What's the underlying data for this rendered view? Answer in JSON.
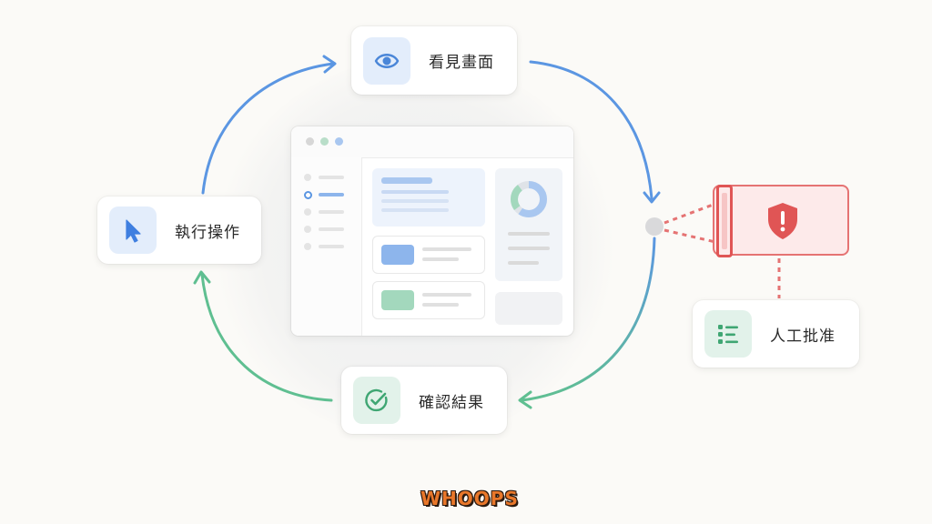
{
  "nodes": {
    "see": {
      "label": "看見畫面",
      "icon": "eye-icon"
    },
    "act": {
      "label": "執行操作",
      "icon": "cursor-arrow-icon"
    },
    "verify": {
      "label": "確認結果",
      "icon": "check-circle-icon"
    },
    "approve": {
      "label": "人工批准",
      "icon": "checklist-icon"
    }
  },
  "guard": {
    "icon": "shield-alert-icon"
  },
  "mockup": {
    "icon": "browser-window-icon"
  },
  "colors": {
    "blue": "#5b96e2",
    "green": "#5fbf91",
    "red": "#e05555",
    "background": "#fbfaf7"
  },
  "watermark": "WHOOPS"
}
